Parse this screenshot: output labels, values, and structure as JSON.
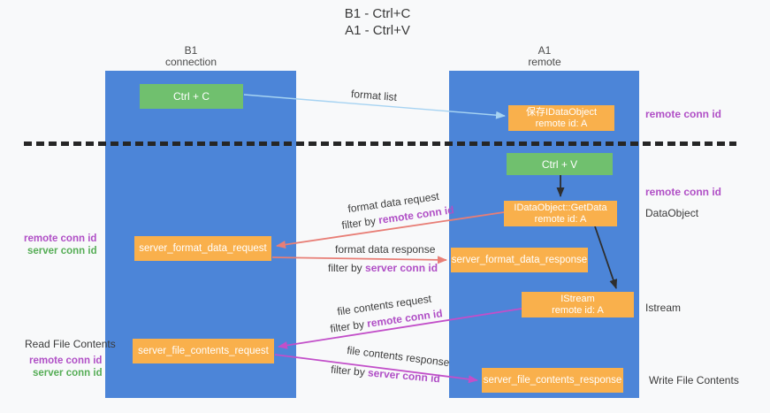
{
  "title": {
    "line1": "B1 - Ctrl+C",
    "line2": "A1 - Ctrl+V"
  },
  "lanes": {
    "left": {
      "title": "B1",
      "subtitle": "connection"
    },
    "right": {
      "title": "A1",
      "subtitle": "remote"
    }
  },
  "nodes": {
    "ctrl_c": {
      "label": "Ctrl + C"
    },
    "save_idataobject": {
      "line1": "保存IDataObject",
      "line2": "remote id: A"
    },
    "ctrl_v": {
      "label": "Ctrl + V"
    },
    "getdata": {
      "line1": "IDataObject::GetData",
      "line2": "remote id: A"
    },
    "format_request": {
      "label": "server_format_data_request"
    },
    "format_response": {
      "label": "server_format_data_response"
    },
    "istream": {
      "line1": "IStream",
      "line2": "remote id: A"
    },
    "file_request": {
      "label": "server_file_contents_request"
    },
    "file_response": {
      "label": "server_file_contents_response"
    }
  },
  "edges": {
    "format_list": {
      "label": "format list"
    },
    "format_data_request": {
      "label": "format data request",
      "filter_prefix": "filter by ",
      "filter_key": "remote conn id"
    },
    "format_data_response": {
      "label": "format data response",
      "filter_prefix": "filter by ",
      "filter_key": "server conn id"
    },
    "file_contents_request": {
      "label": "file contents request",
      "filter_prefix": "filter by ",
      "filter_key": "remote conn id"
    },
    "file_contents_response": {
      "label": "file contents response",
      "filter_prefix": "filter by ",
      "filter_key": "server conn id"
    }
  },
  "annotations": {
    "right_top_remote_conn_id": "remote conn id",
    "right_mid_remote_conn_id": "remote conn id",
    "dataobject": "DataObject",
    "istream": "Istream",
    "write_file_contents": "Write File Contents",
    "left_format_remote_conn_id": "remote conn id",
    "left_format_server_conn_id": "server conn id",
    "read_file_contents": "Read File Contents",
    "left_file_remote_conn_id": "remote conn id",
    "left_file_server_conn_id": "server conn id"
  },
  "colors": {
    "lane_blue": "#4c85d8",
    "box_green": "#70c06e",
    "box_orange": "#f9b04c",
    "arrow_lightblue": "#a6d3f2",
    "arrow_salmon": "#e87e76",
    "arrow_magenta": "#c24fc9",
    "arrow_black": "#2e2e2e",
    "text_purple": "#b04fc6",
    "text_green": "#56ad56",
    "text_dark": "#3d3d3d",
    "dash_black": "#262626"
  }
}
